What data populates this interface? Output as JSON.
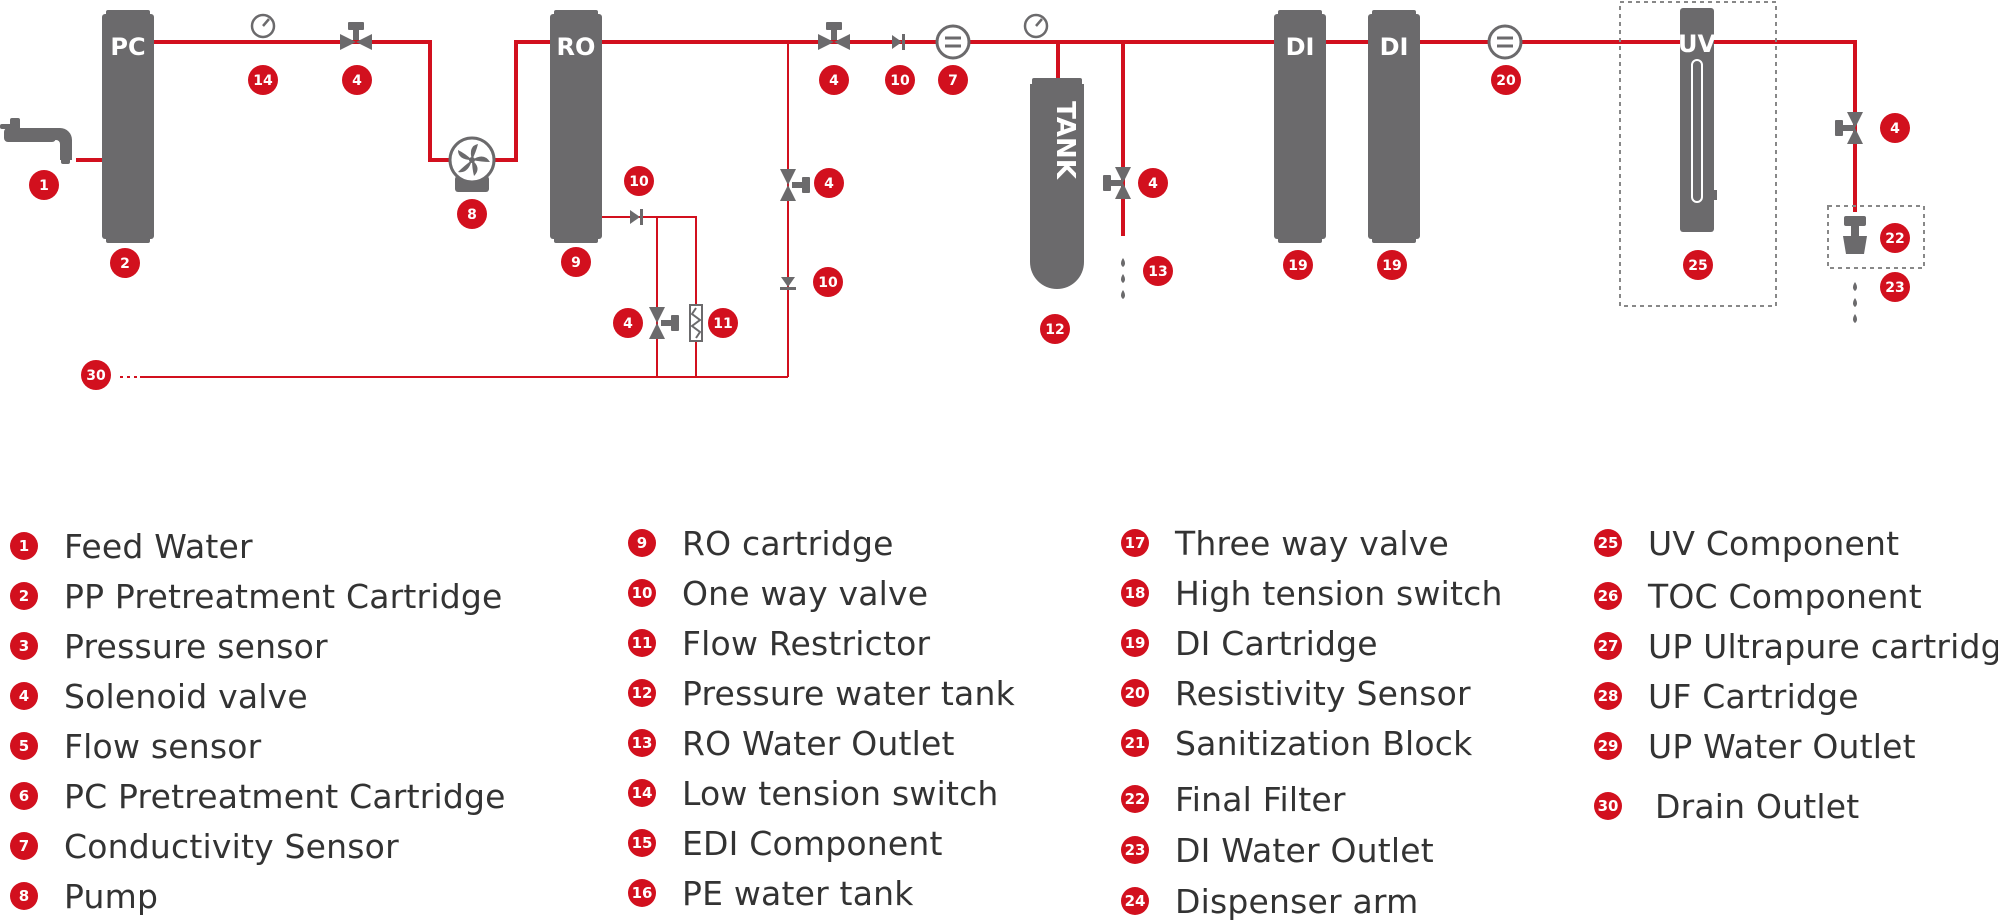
{
  "colors": {
    "pipe": "#d2101e",
    "component": "#6b6a6c",
    "badge": "#d2101e",
    "text": "#333333"
  },
  "components": {
    "pc_label": "PC",
    "ro_label": "RO",
    "tank_label": "TANK",
    "di1_label": "DI",
    "di2_label": "DI",
    "uv_label": "UV"
  },
  "diagram_badges": {
    "b1": "1",
    "b2": "2",
    "b14": "14",
    "b4a": "4",
    "b8": "8",
    "b9": "9",
    "b10a": "10",
    "b4b": "4",
    "b11": "11",
    "b30": "30",
    "b4c": "4",
    "b10b": "10",
    "b7": "7",
    "b4d": "4",
    "b10c": "10",
    "b12": "12",
    "b4e": "4",
    "b13": "13",
    "b19a": "19",
    "b19b": "19",
    "b20": "20",
    "b25": "25",
    "b4f": "4",
    "b22": "22",
    "b23": "23"
  },
  "icons": [
    "faucet-icon",
    "pressure-sensor-icon",
    "solenoid-valve-icon",
    "pump-icon",
    "one-way-valve-icon",
    "flow-restrictor-icon",
    "conductivity-sensor-icon",
    "drop-icon",
    "dispenser-icon"
  ],
  "legend": {
    "col1": [
      {
        "num": "1",
        "label": "Feed Water"
      },
      {
        "num": "2",
        "label": "PP Pretreatment Cartridge"
      },
      {
        "num": "3",
        "label": "Pressure sensor"
      },
      {
        "num": "4",
        "label": "Solenoid valve"
      },
      {
        "num": "5",
        "label": "Flow sensor"
      },
      {
        "num": "6",
        "label": "PC Pretreatment Cartridge"
      },
      {
        "num": "7",
        "label": "Conductivity Sensor"
      },
      {
        "num": "8",
        "label": "Pump"
      }
    ],
    "col2": [
      {
        "num": "9",
        "label": "RO cartridge"
      },
      {
        "num": "10",
        "label": "One way valve"
      },
      {
        "num": "11",
        "label": "Flow Restrictor"
      },
      {
        "num": "12",
        "label": "Pressure water tank"
      },
      {
        "num": "13",
        "label": "RO Water Outlet"
      },
      {
        "num": "14",
        "label": "Low tension switch"
      },
      {
        "num": "15",
        "label": "EDI Component"
      },
      {
        "num": "16",
        "label": "PE water tank"
      }
    ],
    "col3": [
      {
        "num": "17",
        "label": "Three way valve"
      },
      {
        "num": "18",
        "label": "High tension switch"
      },
      {
        "num": "19",
        "label": "DI Cartridge"
      },
      {
        "num": "20",
        "label": "Resistivity Sensor"
      },
      {
        "num": "21",
        "label": "Sanitization Block"
      },
      {
        "num": "22",
        "label": "Final Filter"
      },
      {
        "num": "23",
        "label": "DI Water Outlet"
      },
      {
        "num": "24",
        "label": "Dispenser arm"
      }
    ],
    "col4": [
      {
        "num": "25",
        "label": "UV Component"
      },
      {
        "num": "26",
        "label": "TOC Component"
      },
      {
        "num": "27",
        "label": "UP Ultrapure cartridge"
      },
      {
        "num": "28",
        "label": "UF Cartridge"
      },
      {
        "num": "29",
        "label": "UP Water Outlet"
      },
      {
        "num": "30",
        "label": "Drain Outlet"
      }
    ]
  }
}
